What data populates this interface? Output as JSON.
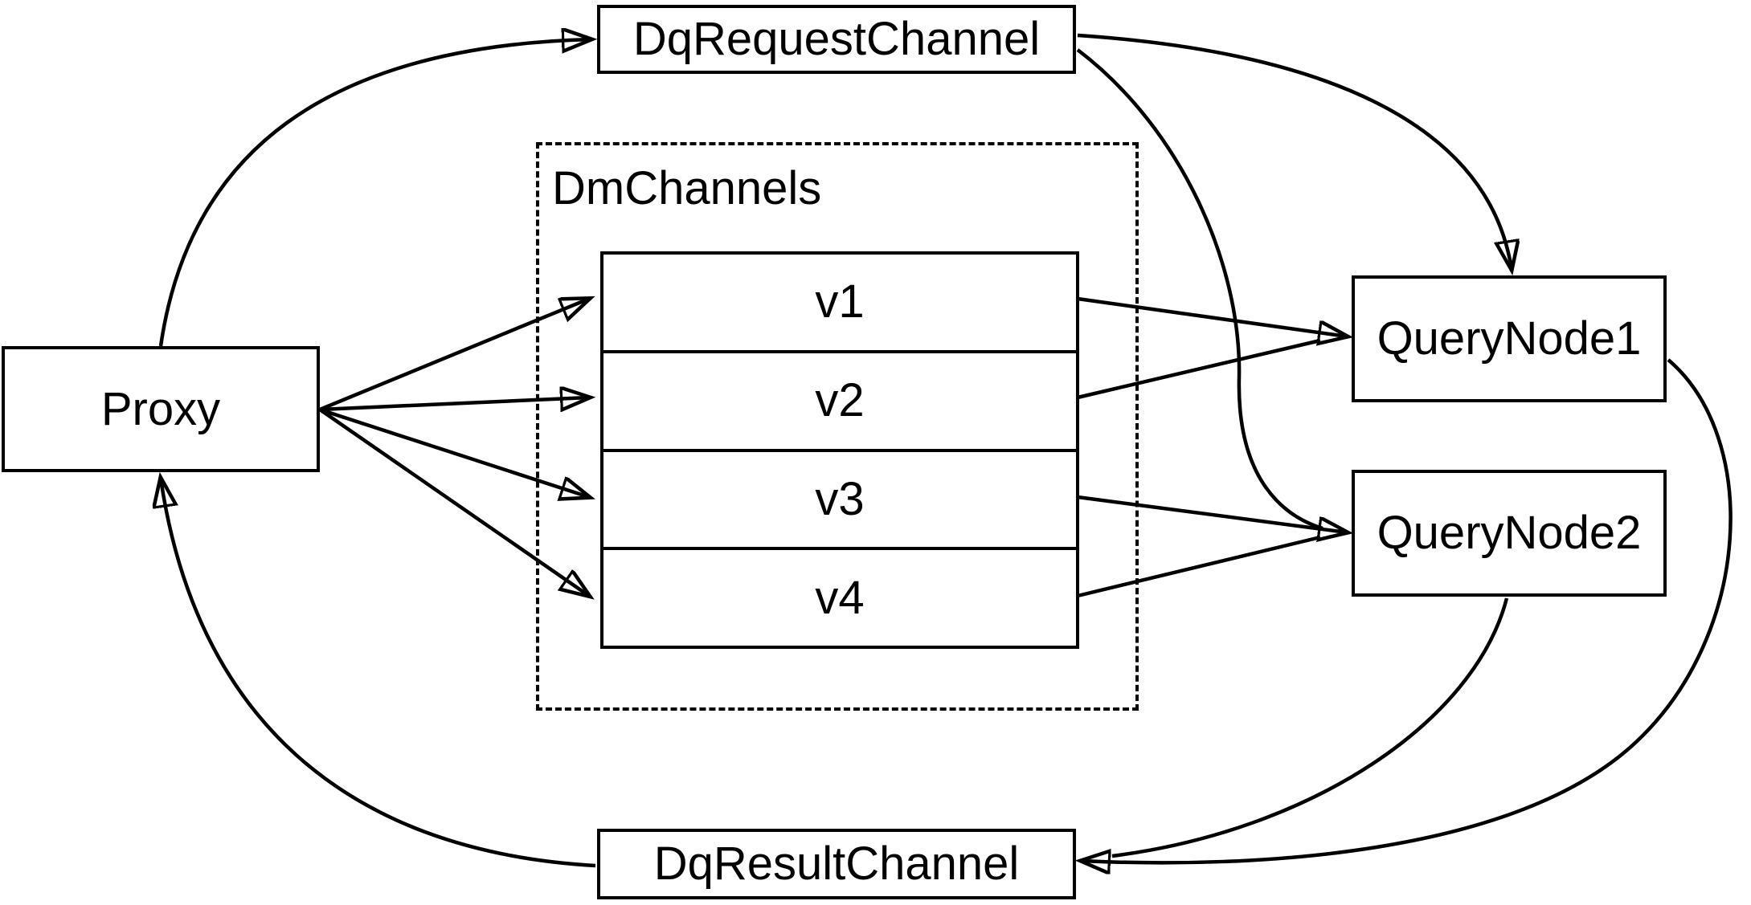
{
  "diagram": {
    "kind": "architecture-flow-diagram",
    "background": "#ffffff",
    "stroke_color": "#000000",
    "text_color": "#000000"
  },
  "nodes": {
    "proxy": {
      "label": "Proxy"
    },
    "dq_request_channel": {
      "label": "DqRequestChannel"
    },
    "dm_channels_group": {
      "label": "DmChannels"
    },
    "channels": [
      "v1",
      "v2",
      "v3",
      "v4"
    ],
    "query_node_1": {
      "label": "QueryNode1"
    },
    "query_node_2": {
      "label": "QueryNode2"
    },
    "dq_result_channel": {
      "label": "DqResultChannel"
    }
  },
  "edges": [
    {
      "from": "Proxy",
      "to": "DqRequestChannel",
      "style": "curved-arrow"
    },
    {
      "from": "DqRequestChannel",
      "to": "QueryNode1",
      "style": "curved-arrow"
    },
    {
      "from": "DqRequestChannel",
      "to": "QueryNode2",
      "style": "curved-arrow"
    },
    {
      "from": "Proxy",
      "to": "v1",
      "style": "straight-arrow"
    },
    {
      "from": "Proxy",
      "to": "v2",
      "style": "straight-arrow"
    },
    {
      "from": "Proxy",
      "to": "v3",
      "style": "straight-arrow"
    },
    {
      "from": "Proxy",
      "to": "v4",
      "style": "straight-arrow"
    },
    {
      "from": "v1",
      "to": "QueryNode1",
      "style": "straight-arrow"
    },
    {
      "from": "v2",
      "to": "QueryNode1",
      "style": "straight-arrow"
    },
    {
      "from": "v3",
      "to": "QueryNode2",
      "style": "straight-arrow"
    },
    {
      "from": "v4",
      "to": "QueryNode2",
      "style": "straight-arrow"
    },
    {
      "from": "QueryNode1",
      "to": "DqResultChannel",
      "style": "curved-arrow"
    },
    {
      "from": "QueryNode2",
      "to": "DqResultChannel",
      "style": "curved-arrow"
    },
    {
      "from": "DqResultChannel",
      "to": "Proxy",
      "style": "curved-arrow"
    }
  ]
}
